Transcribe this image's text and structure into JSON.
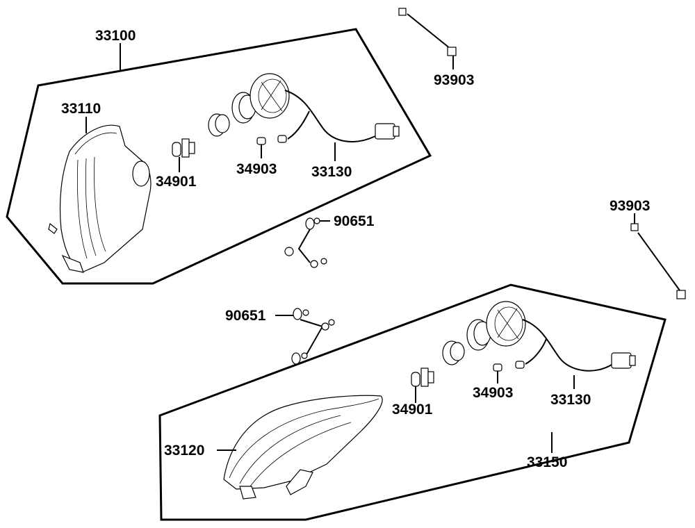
{
  "labels": {
    "assy_front": "33100",
    "lens_front": "33110",
    "bulb_front": "34901",
    "bulb_small_front": "34903",
    "harness_front": "33130",
    "screw_top": "93903",
    "screw_right": "93903",
    "bracket_top": "90651",
    "bracket_left": "90651",
    "harness_rear": "33130",
    "bulb_small_rear": "34903",
    "bulb_rear": "34901",
    "lens_rear": "33120",
    "assy_rear": "33150"
  }
}
